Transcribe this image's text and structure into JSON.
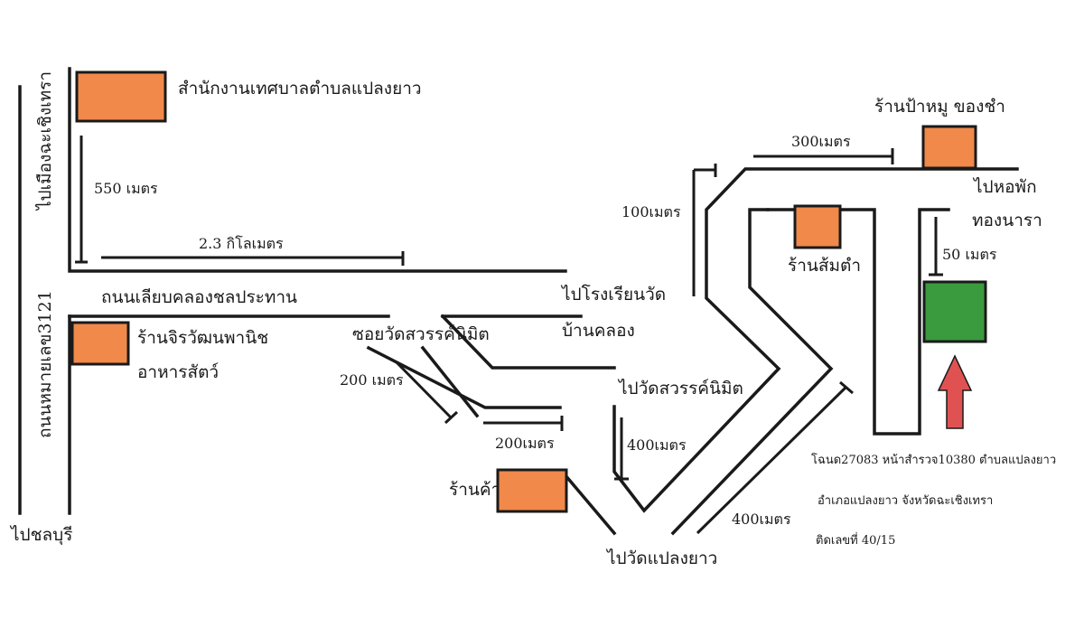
{
  "colors": {
    "building": "#f0894a",
    "destination": "#3a9a3e",
    "arrow": "#e05252",
    "ink": "#1a1a1a"
  },
  "roads": {
    "chachoengsao": "ไปเมืองฉะเชิงเทรา",
    "route3121": "ถนนหมายเลข3121",
    "chonburi": "ไปชลบุรี",
    "canal_road": "ถนนเลียบคลองชลประทาน",
    "school_line1": "ไปโรงเรียนวัด",
    "school_line2": "บ้านคลอง",
    "soi_wat": "ซอยวัดสวรรค์นิมิต",
    "to_wat_sawan": "ไปวัดสวรรค์นิมิต",
    "to_wat_plaeng": "ไปวัดแปลงยาว",
    "dorm_line1": "ไปหอพัก",
    "dorm_line2": "ทองนารา"
  },
  "places": {
    "municipal_office": "สำนักงานเทศบาลตำบลแปลงยาว",
    "feed_shop_line1": "ร้านจิรวัฒนพานิช",
    "feed_shop_line2": "อาหารสัตว์",
    "trader_shop": "ร้านค้า",
    "somtam_shop": "ร้านส้มตำ",
    "offering_shop": "ร้านป้าหมู ของชำ"
  },
  "distances": {
    "d550": "550 เมตร",
    "d2_3km": "2.3 กิโลเมตร",
    "d200a": "200 เมตร",
    "d200b": "200เมตร",
    "d400a": "400เมตร",
    "d400b": "400เมตร",
    "d100": "100เมตร",
    "d300": "300เมตร",
    "d50": "50 เมตร"
  },
  "address": {
    "line1": "โฉนด27083 หน้าสำรวจ10380   ตำบลแปลงยาว",
    "line2": "อำเภอแปลงยาว  จังหวัดฉะเชิงเทรา",
    "line3": "ติดเลขที่ 40/15"
  }
}
